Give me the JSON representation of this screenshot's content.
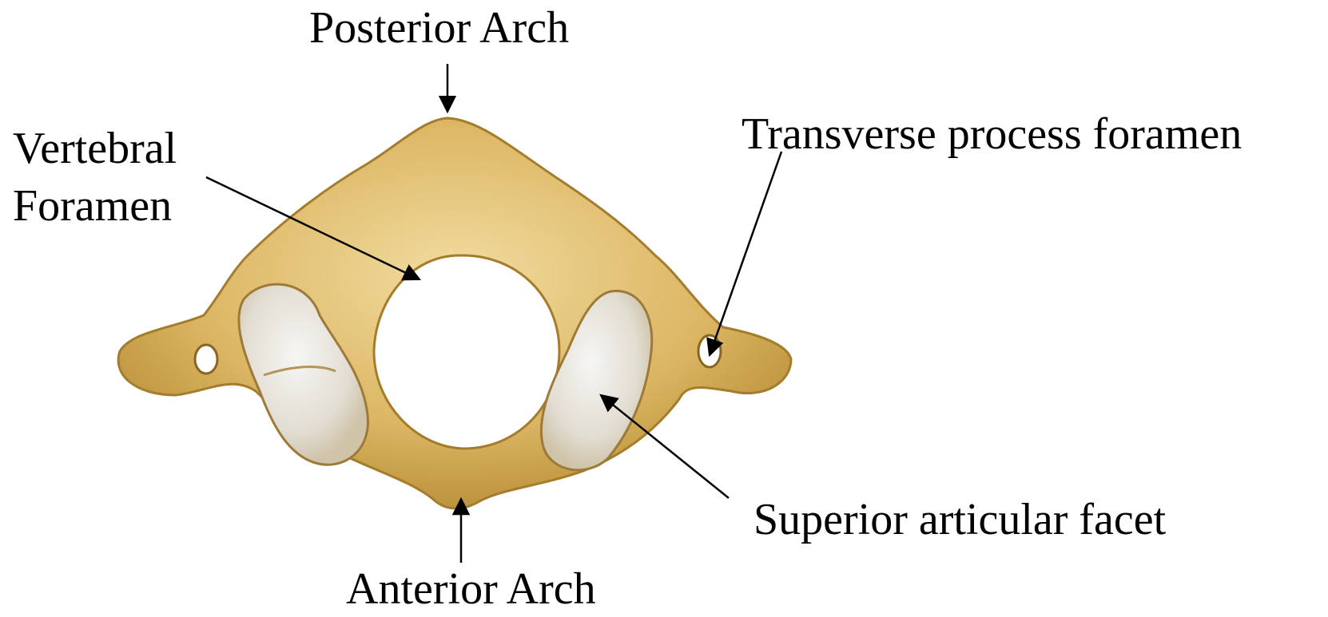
{
  "labels": {
    "posterior_arch": "Posterior Arch",
    "vertebral_foramen_line1": "Vertebral",
    "vertebral_foramen_line2": "Foramen",
    "transverse_process_foramen": "Transverse process foramen",
    "superior_articular_facet": "Superior articular facet",
    "anterior_arch": "Anterior Arch"
  },
  "colors": {
    "bone": "#dcb663",
    "bone_light": "#f1dca0",
    "bone_shadow": "#a9822d",
    "facet": "#e9e5dc",
    "text": "#000000"
  }
}
